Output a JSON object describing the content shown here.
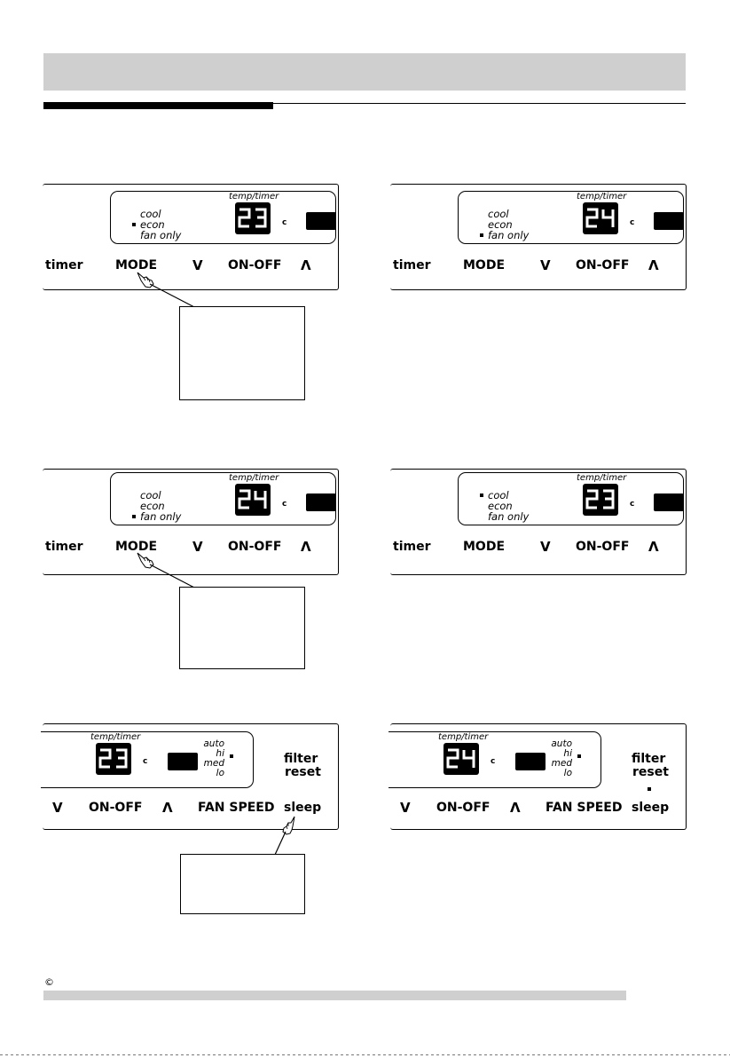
{
  "lcd": {
    "temp_timer_label": "temp/timer",
    "unit": "c",
    "modes": [
      "cool",
      "econ",
      "fan only"
    ],
    "fan_speeds": [
      "auto",
      "hi",
      "med",
      "lo"
    ]
  },
  "buttons": {
    "timer": "timer",
    "mode": "MODE",
    "down": "V",
    "on_off": "ON-OFF",
    "up": "Λ",
    "fan_speed": "FAN SPEED",
    "sleep": "sleep",
    "filter": "filter",
    "reset": "reset"
  },
  "panels": [
    {
      "temperature": "23",
      "active_mode": "econ"
    },
    {
      "temperature": "24",
      "active_mode": "fan only"
    },
    {
      "temperature": "24",
      "active_mode": "fan only"
    },
    {
      "temperature": "23",
      "active_mode": "cool"
    },
    {
      "temperature": "23",
      "active_fan_speed": "hi",
      "sleep_indicator": false
    },
    {
      "temperature": "24",
      "active_fan_speed": "hi",
      "sleep_indicator": true
    }
  ],
  "footer": {
    "copyright_symbol": "©"
  },
  "colors": {
    "header_bar": "#cfcfcf",
    "footer_bar": "#cfcfcf",
    "display_black": "#000000"
  }
}
